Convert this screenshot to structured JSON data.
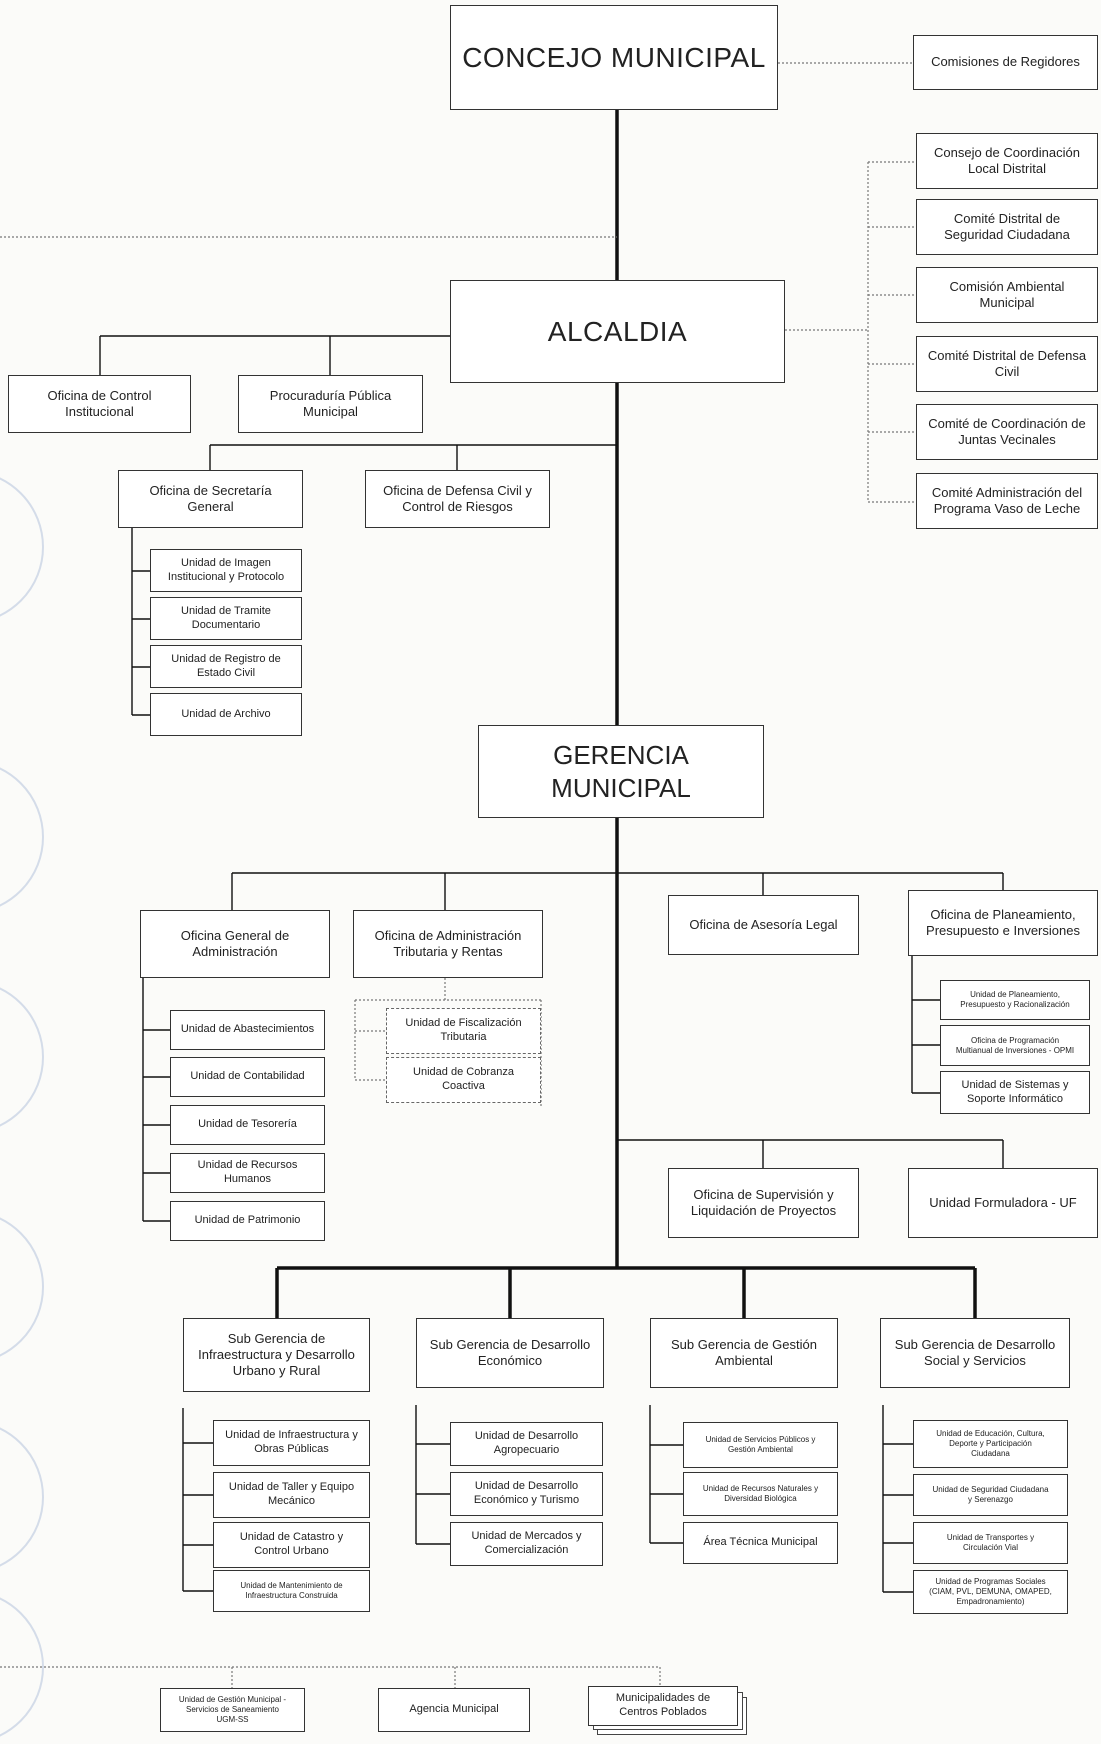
{
  "colors": {
    "line": "#111111",
    "dotted": "#777777",
    "stamp": "#8ca4cc"
  },
  "top": {
    "concejo": "CONCEJO MUNICIPAL",
    "comisiones": "Comisiones de Regidores"
  },
  "alcaldia": {
    "title": "ALCALDIA",
    "right_committees": [
      "Consejo de Coordinación\nLocal Distrital",
      "Comité Distrital de\nSeguridad Ciudadana",
      "Comisión Ambiental\nMunicipal",
      "Comité Distrital de Defensa\nCivil",
      "Comité de Coordinación de\nJuntas Vecinales",
      "Comité Administración del\nPrograma Vaso de Leche"
    ],
    "control": "Oficina de Control\nInstitucional",
    "procuraduria": "Procuraduría Pública\nMunicipal",
    "secretaria": "Oficina de Secretaría\nGeneral",
    "defensa_civil": "Oficina de Defensa Civil y\nControl de Riesgos",
    "secretaria_units": [
      "Unidad de Imagen\nInstitucional y Protocolo",
      "Unidad de Tramite\nDocumentario",
      "Unidad de Registro de\nEstado Civil",
      "Unidad de Archivo"
    ]
  },
  "gerencia": {
    "title": "GERENCIA\nMUNICIPAL",
    "administracion": "Oficina General de\nAdministración",
    "admin_units": [
      "Unidad de Abastecimientos",
      "Unidad de Contabilidad",
      "Unidad de Tesorería",
      "Unidad de Recursos\nHumanos",
      "Unidad de Patrimonio"
    ],
    "tributaria": "Oficina de Administración\nTributaria y Rentas",
    "tributaria_units": [
      "Unidad de Fiscalización\nTributaria",
      "Unidad de Cobranza\nCoactiva"
    ],
    "asesoria": "Oficina de Asesoría Legal",
    "planeamiento": "Oficina de Planeamiento,\nPresupuesto e Inversiones",
    "planeamiento_units": [
      "Unidad de Planeamiento,\nPresupuesto y Racionalización",
      "Oficina de Programación\nMultianual de Inversiones - OPMI",
      "Unidad de Sistemas y\nSoporte Informático"
    ],
    "supervision": "Oficina de Supervisión y\nLiquidación de Proyectos",
    "formuladora": "Unidad Formuladora - UF"
  },
  "subgerencias": [
    {
      "title": "Sub Gerencia de\nInfraestructura y Desarrollo\nUrbano y Rural",
      "units": [
        "Unidad de Infraestructura y\nObras Públicas",
        "Unidad de Taller y Equipo\nMecánico",
        "Unidad de Catastro y\nControl Urbano",
        "Unidad de Mantenimiento de\nInfraestructura Construida"
      ]
    },
    {
      "title": "Sub Gerencia de Desarrollo\nEconómico",
      "units": [
        "Unidad de Desarrollo\nAgropecuario",
        "Unidad de Desarrollo\nEconómico y Turismo",
        "Unidad de Mercados y\nComercialización"
      ]
    },
    {
      "title": "Sub Gerencia de Gestión\nAmbiental",
      "units": [
        "Unidad de Servicios Públicos y\nGestión Ambiental",
        "Unidad de Recursos Naturales y\nDiversidad Biológica",
        "Área Técnica Municipal"
      ]
    },
    {
      "title": "Sub Gerencia de Desarrollo\nSocial y Servicios",
      "units": [
        "Unidad de Educación, Cultura,\nDeporte y Participación\nCiudadana",
        "Unidad de Seguridad Ciudadana\ny Serenazgo",
        "Unidad de Transportes y\nCirculación Vial",
        "Unidad de Programas Sociales\n(CIAM, PVL, DEMUNA, OMAPED,\nEmpadronamiento)"
      ]
    }
  ],
  "bottom": [
    "Unidad de Gestión Municipal -\nServicios de Saneamiento\nUGM-SS",
    "Agencia Municipal",
    "Municipalidades de\nCentros Poblados"
  ]
}
